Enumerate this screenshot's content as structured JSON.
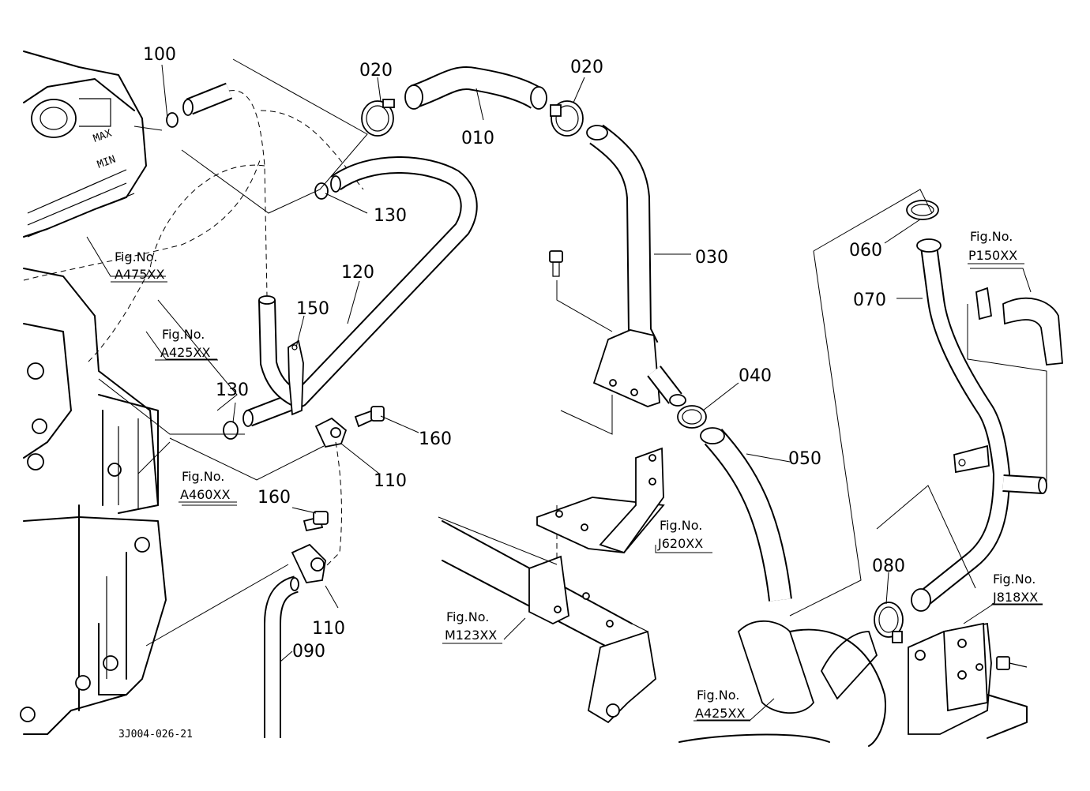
{
  "parts": {
    "p010": "010",
    "p020a": "020",
    "p020b": "020",
    "p030": "030",
    "p040": "040",
    "p050": "050",
    "p060": "060",
    "p070": "070",
    "p080": "080",
    "p090": "090",
    "p100": "100",
    "p110a": "110",
    "p110b": "110",
    "p120": "120",
    "p130a": "130",
    "p130b": "130",
    "p150": "150",
    "p160a": "160",
    "p160b": "160"
  },
  "refs": {
    "prefix": "Fig.No.",
    "a475": "A475XX",
    "a425a": "A425XX",
    "a460": "A460XX",
    "j620": "J620XX",
    "m123": "M123XX",
    "a425b": "A425XX",
    "p150": "P150XX",
    "j818": "J818XX"
  },
  "tank_marks": {
    "max": "MAX",
    "min": "MIN"
  },
  "drawing_code": "3J004-026-21"
}
